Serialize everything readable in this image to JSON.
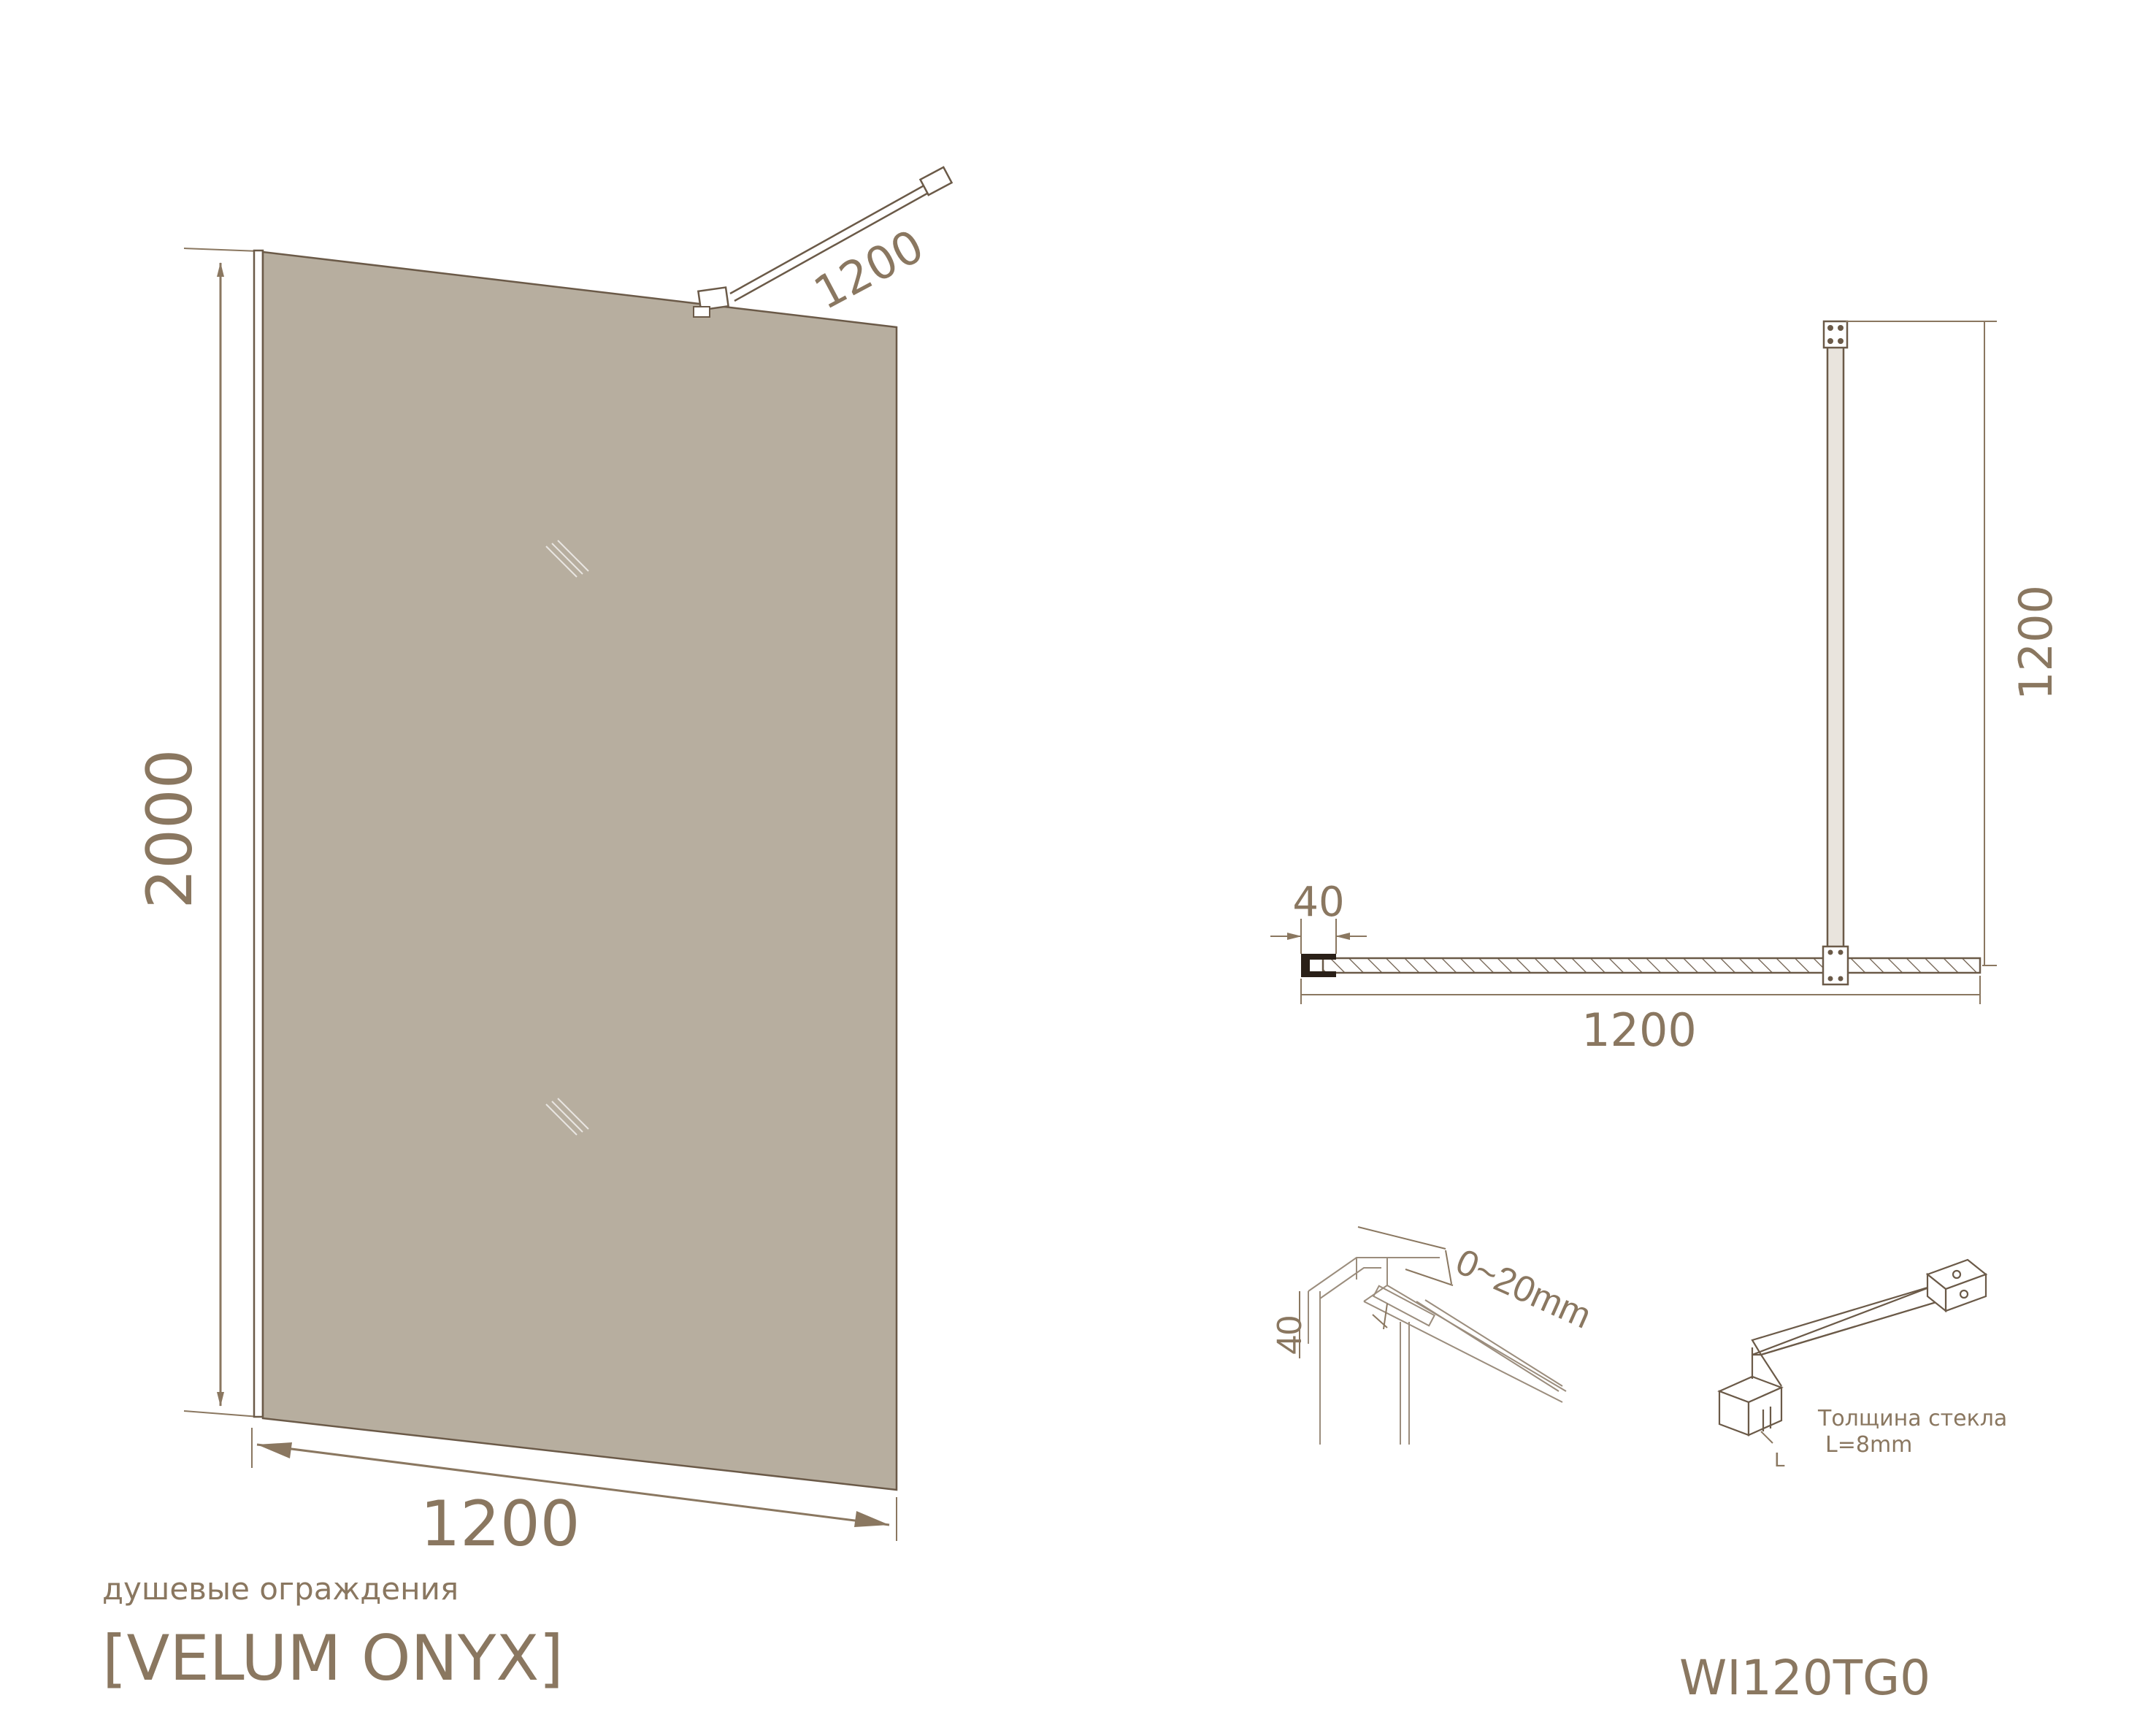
{
  "colors": {
    "accent": "#8a7760",
    "glass": "#b7ae9f",
    "stroke": "#5b4b3a",
    "light_stroke": "#9b8d7d"
  },
  "dimensions": {
    "front_height": "2000",
    "front_width": "1200",
    "front_brace": "1200",
    "plan_width": "1200",
    "plan_depth": "1200",
    "plan_profile": "40",
    "detail_profile": "40",
    "detail_gap": "0~20mm"
  },
  "bracket_note": {
    "line1": "Толщина стекла",
    "line2": "L=8mm",
    "l_marker": "L"
  },
  "brand": {
    "subtitle": "душевые ограждения",
    "series": "[VELUM ONYX]",
    "model": "WI120TG0"
  }
}
